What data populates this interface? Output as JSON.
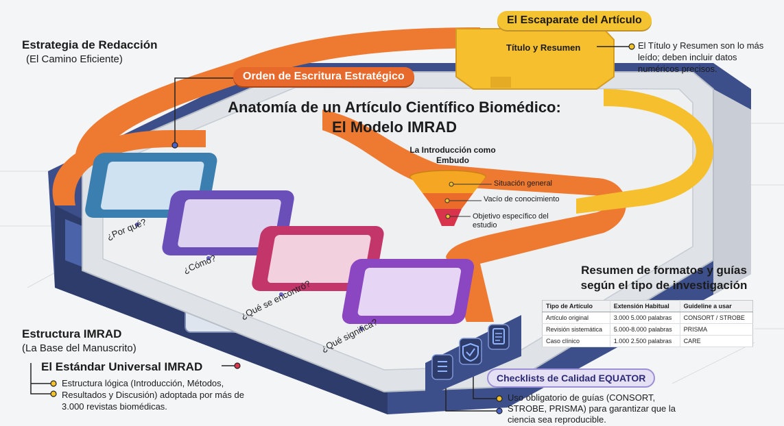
{
  "title": "Anatomía de un Artículo Científico Biomédico: El Modelo IMRAD",
  "strategy": {
    "heading": "Estrategia de Redacción",
    "subheading": "(El Camino Eficiente)",
    "order_label": "Orden de Escritura Estratégico"
  },
  "showcase": {
    "label": "El Escaparate del Artículo",
    "item": "Título y Resumen",
    "description": "El Título y Resumen son lo más leído; deben incluir datos numéricos precisos."
  },
  "funnel": {
    "title": "La Introducción como Embudo",
    "levels": [
      "Situación general",
      "Vacío de conocimiento",
      "Objetivo específico del estudio"
    ],
    "colors": [
      "#f5a623",
      "#ea6b2a",
      "#d8344b"
    ]
  },
  "sections": {
    "questions": [
      "¿Por qué?",
      "¿Cómo?",
      "¿Qué se encontró?",
      "¿Qué significa?"
    ],
    "colors": [
      "#3b7fb0",
      "#6a4fb8",
      "#c2366a",
      "#8b46c2"
    ]
  },
  "imrad": {
    "heading": "Estructura IMRAD",
    "subheading": "(La Base del Manuscrito)",
    "standard_label": "El Estándar Universal IMRAD",
    "description": "Estructura lógica (Introducción, Métodos, Resultados y Discusión) adoptada por más de 3.000 revistas biomédicas."
  },
  "summary": {
    "title": "Resumen de formatos y guías según el tipo de investigación",
    "headers": [
      "Tipo de Artículo",
      "Extensión Habitual",
      "Guideline a usar"
    ],
    "rows": [
      [
        "Artículo original",
        "3.000 5.000 palabras",
        "CONSORT / STROBE"
      ],
      [
        "Revisión sistemática",
        "5.000-8.000 palabras",
        "PRISMA"
      ],
      [
        "Caso clínico",
        "1.000 2.500 palabras",
        "CARE"
      ]
    ]
  },
  "checklists": {
    "label": "Checklists de Calidad EQUATOR",
    "description": "Uso obligatorio de guías (CONSORT, STROBE, PRISMA) para garantizar que la ciencia sea reproducible.",
    "icons": [
      "list-icon",
      "shield-check-icon",
      "document-icon"
    ]
  },
  "palette": {
    "orange_path": "#ee7a32",
    "yellow_path": "#f6bf2e",
    "platform": "#dfe3e8",
    "chassis": "#3d4f8a",
    "accent_purple": "#7c4bc9"
  }
}
